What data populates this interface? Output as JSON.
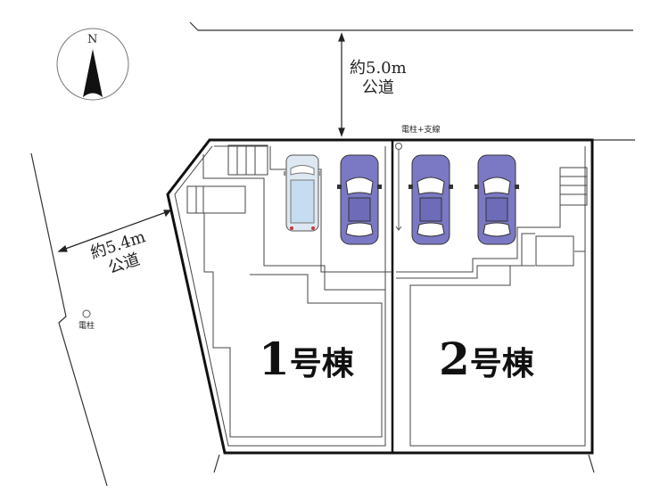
{
  "compass": {
    "north_label": "N"
  },
  "roads": {
    "north": {
      "width": "約5.0m",
      "type": "公道"
    },
    "west": {
      "width": "約5.4m",
      "type": "公道"
    }
  },
  "poles": {
    "north": "電柱+支線",
    "west": "電柱"
  },
  "lots": [
    {
      "number": "1",
      "suffix": "号棟"
    },
    {
      "number": "2",
      "suffix": "号棟"
    }
  ],
  "colors": {
    "car_purple": "#7b78c4",
    "van_blue": "#cfe3f3",
    "line": "#111111"
  }
}
